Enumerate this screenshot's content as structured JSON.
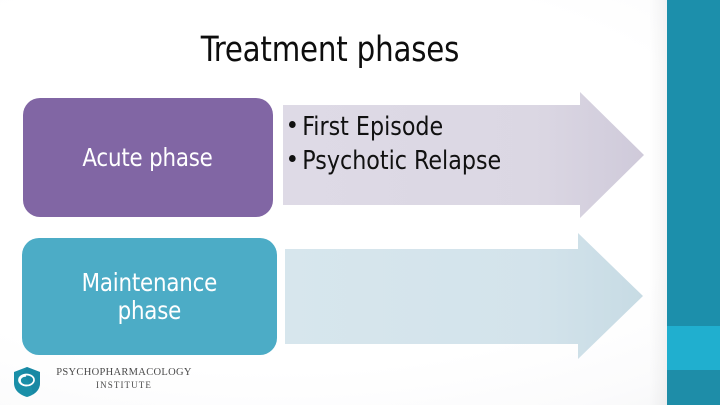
{
  "slide": {
    "title": "Treatment phases",
    "background_color": "#ffffff"
  },
  "rows": [
    {
      "label": "Acute phase",
      "box_color": "#8166a4",
      "arrow_color": "#dcd8e4",
      "bullets": [
        "First Episode",
        "Psychotic Relapse"
      ]
    },
    {
      "label": "Maintenance\nphase",
      "label_line1": "Maintenance",
      "label_line2": "phase",
      "box_color": "#4cacc6",
      "arrow_color": "#d5e5ec",
      "bullets": []
    }
  ],
  "rail": {
    "band_top_color": "#1c8fab",
    "band_mid_color": "#20afcf",
    "band_bottom_color": "#1e8da8"
  },
  "logo": {
    "icon": "shield-swirl-icon",
    "line1": "PSYCHOPHARMACOLOGY",
    "line2": "INSTITUTE",
    "color": "#1a8fa8"
  }
}
